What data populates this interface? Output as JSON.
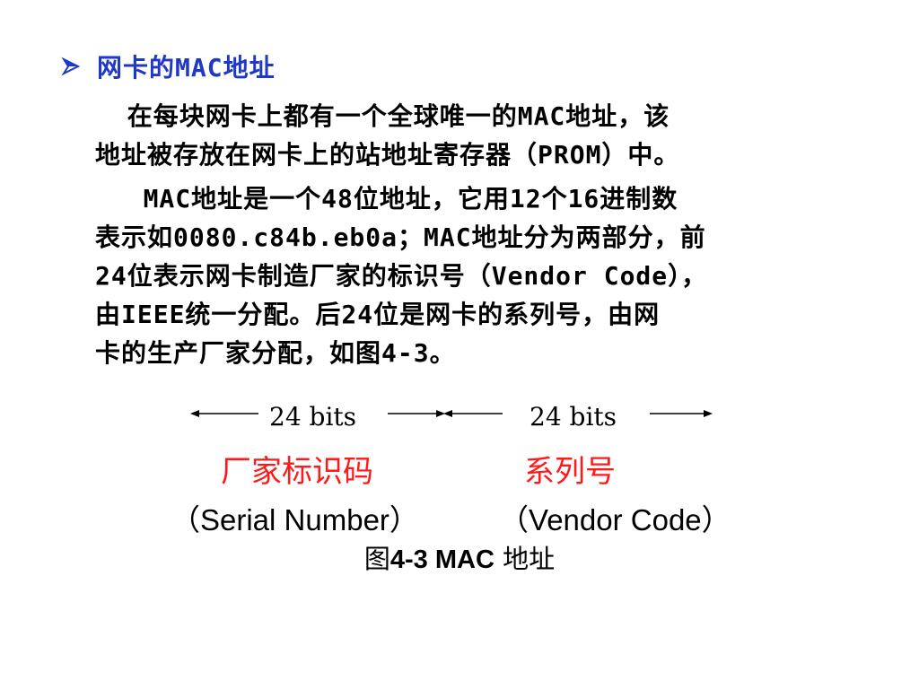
{
  "heading": {
    "text": "网卡的MAC地址"
  },
  "paragraph1": {
    "lines": [
      "  在每块网卡上都有一个全球唯一的MAC地址，该",
      "地址被存放在网卡上的站地址寄存器（PROM）中。"
    ]
  },
  "paragraph2": {
    "lines": [
      "   MAC地址是一个48位地址，它用12个16进制数",
      "表示如0080.c84b.eb0a；MAC地址分为两部分，前",
      "24位表示网卡制造厂家的标识号（Vendor Code），",
      "由IEEE统一分配。后24位是网卡的系列号，由网",
      "卡的生产厂家分配，如图4-3。"
    ]
  },
  "diagram": {
    "left_bits": "24 bits",
    "right_bits": "24 bits",
    "left_cn": "厂家标识码",
    "right_cn": "系列号",
    "left_en": "（Serial Number）",
    "right_en": "（Vendor Code）",
    "cn_color": "#ff1a1a"
  },
  "caption": {
    "fig_word": "图",
    "fig_num": "4-3  MAC",
    "fig_title": " 地址"
  },
  "colors": {
    "heading": "#1f39c6",
    "bullet": "#1f39c6"
  }
}
